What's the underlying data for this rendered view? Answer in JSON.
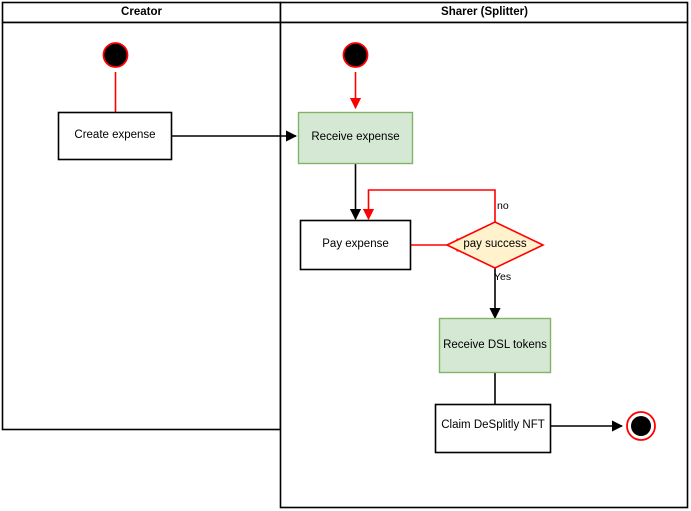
{
  "diagram": {
    "type": "uml-activity-diagram-swimlanes",
    "title": "",
    "colors": {
      "lane_border": "#000000",
      "process_border": "#000000",
      "process_fill": "#ffffff",
      "green_fill": "#d5e8d4",
      "green_border": "#82b366",
      "decision_fill": "#fff2cc",
      "decision_border": "#ff0000",
      "flow_black": "#000000",
      "flow_red": "#ff0000",
      "start_node_fill": "#000000",
      "start_node_ring": "#ff0000",
      "end_node_fill": "#000000",
      "end_node_ring": "#ff0000",
      "text": "#000000"
    },
    "lanes": [
      {
        "id": "creator",
        "title": "Creator"
      },
      {
        "id": "sharer",
        "title": "Sharer (Splitter)"
      }
    ],
    "nodes": [
      {
        "id": "start-creator",
        "kind": "start",
        "lane": "creator",
        "label": ""
      },
      {
        "id": "create-expense",
        "kind": "action",
        "lane": "creator",
        "label": "Create expense",
        "fill": "white"
      },
      {
        "id": "start-sharer",
        "kind": "start",
        "lane": "sharer",
        "label": ""
      },
      {
        "id": "receive-expense",
        "kind": "action",
        "lane": "sharer",
        "label": "Receive expense",
        "fill": "green"
      },
      {
        "id": "pay-expense",
        "kind": "action",
        "lane": "sharer",
        "label": "Pay expense",
        "fill": "white"
      },
      {
        "id": "pay-success",
        "kind": "decision",
        "lane": "sharer",
        "label": "pay success"
      },
      {
        "id": "receive-dsl-tokens",
        "kind": "action",
        "lane": "sharer",
        "label": "Receive DSL tokens",
        "fill": "green"
      },
      {
        "id": "claim-nft",
        "kind": "action",
        "lane": "sharer",
        "label": "Claim DeSplitly NFT",
        "fill": "white"
      },
      {
        "id": "end-sharer",
        "kind": "end",
        "lane": "sharer",
        "label": ""
      }
    ],
    "edges": [
      {
        "id": "e1",
        "from": "start-creator",
        "to": "create-expense",
        "label": "",
        "color": "#ff0000"
      },
      {
        "id": "e2",
        "from": "create-expense",
        "to": "receive-expense",
        "label": "",
        "color": "#000000"
      },
      {
        "id": "e3",
        "from": "start-sharer",
        "to": "receive-expense",
        "label": "",
        "color": "#ff0000"
      },
      {
        "id": "e4",
        "from": "receive-expense",
        "to": "pay-expense",
        "label": "",
        "color": "#000000"
      },
      {
        "id": "e5",
        "from": "pay-expense",
        "to": "pay-success",
        "label": "",
        "color": "#ff0000"
      },
      {
        "id": "e6",
        "from": "pay-success",
        "to": "pay-expense",
        "label": "no",
        "color": "#ff0000"
      },
      {
        "id": "e7",
        "from": "pay-success",
        "to": "receive-dsl-tokens",
        "label": "Yes",
        "color": "#000000"
      },
      {
        "id": "e8",
        "from": "receive-dsl-tokens",
        "to": "claim-nft",
        "label": "",
        "color": "#000000"
      },
      {
        "id": "e9",
        "from": "claim-nft",
        "to": "end-sharer",
        "label": "",
        "color": "#000000"
      }
    ],
    "edge_labels": {
      "no": "no",
      "yes": "Yes"
    }
  }
}
